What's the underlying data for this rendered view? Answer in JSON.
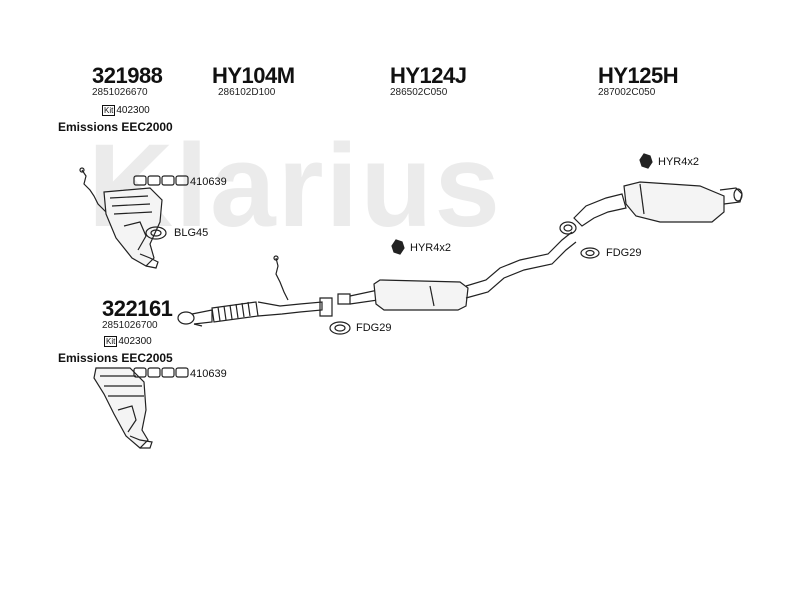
{
  "watermark": "Klarius",
  "groups": [
    {
      "part_number": "321988",
      "oem": "2851026670"
    },
    {
      "part_number": "HY104M",
      "oem": "286102D100"
    },
    {
      "part_number": "HY124J",
      "oem": "286502C050"
    },
    {
      "part_number": "HY125H",
      "oem": "287002C050"
    }
  ],
  "catalyst_1": {
    "kit_box": "Kit",
    "kit_number": "402300",
    "emissions": "Emissions EEC2000",
    "gasket_label": "410639",
    "mount_label": "BLG45"
  },
  "catalyst_2": {
    "part_number": "322161",
    "oem": "2851026700",
    "kit_box": "Kit",
    "kit_number": "402300",
    "emissions": "Emissions EEC2005",
    "gasket_label": "410639"
  },
  "hanger_labels": {
    "rear": "HYR4x2",
    "centre": "HYR4x2"
  },
  "clamp_labels": {
    "rear": "FDG29",
    "front": "FDG29"
  }
}
